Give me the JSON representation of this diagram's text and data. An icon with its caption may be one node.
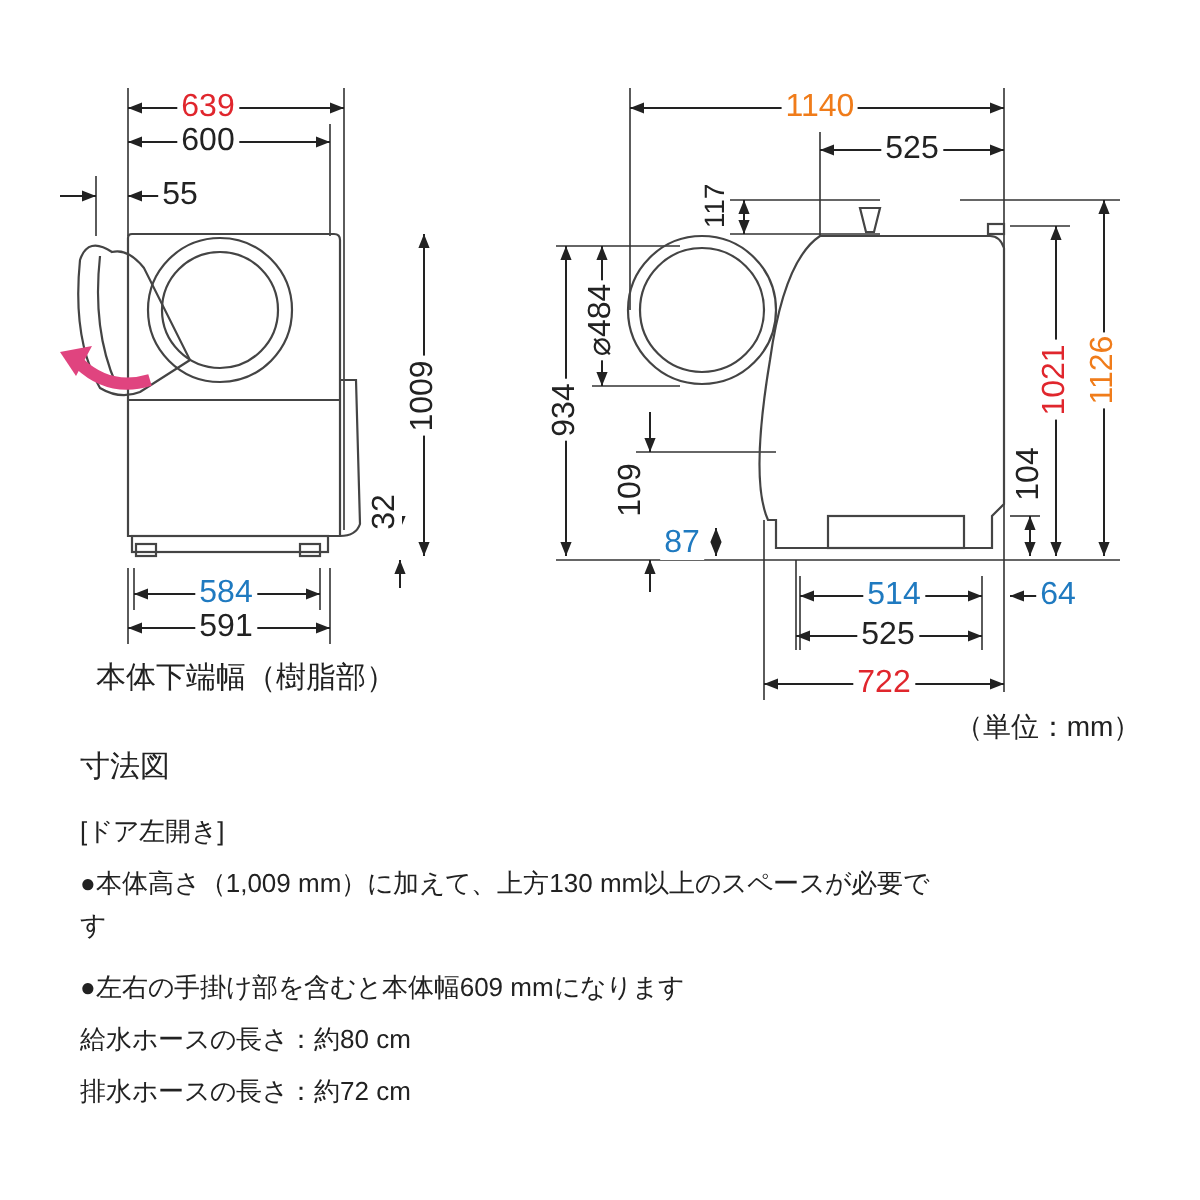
{
  "diagram": {
    "title": "寸法図",
    "labels": [
      "639",
      "600",
      "55",
      "1009",
      "32",
      "584",
      "591",
      "本体下端幅（樹脂部）",
      "1140",
      "525",
      "117",
      "⌀484",
      "934",
      "1126",
      "1021",
      "109",
      "104",
      "87",
      "514",
      "64",
      "525",
      "722",
      "（単位：mm）",
      "[ドア左開き]",
      "●本体高さ（1,009 mm）に加えて、上方130 mm以上のスペースが必要です",
      "●左右の手掛け部を含むと本体幅609 mmになります",
      "給水ホースの長さ：約80 cm",
      "排水ホースの長さ：約72 cm"
    ]
  }
}
